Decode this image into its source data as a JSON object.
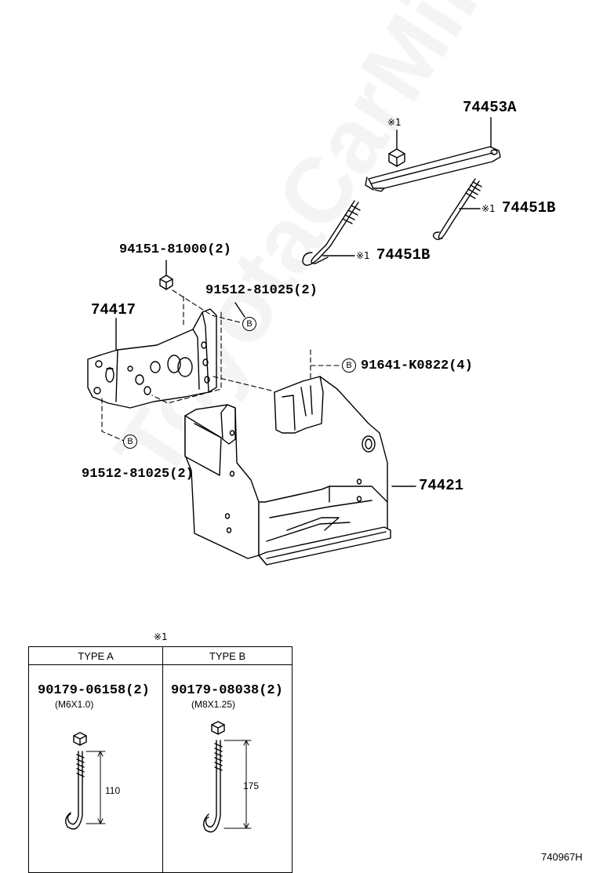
{
  "watermark": "ToyotaCarMine.ru",
  "figure_id": "740967H",
  "callouts": {
    "p74453a": "74453A",
    "star_top": "※1",
    "p74451b_right_mark": "※1",
    "p74451b_right": "74451B",
    "p74451b_left_mark": "※1",
    "p74451b_left": "74451B",
    "p94151": "94151-81000(2)",
    "p91512_top": "91512-81025(2)",
    "p74417": "74417",
    "p91641": "91641-K0822(4)",
    "p91512_bottom": "91512-81025(2)",
    "p74421": "74421",
    "ref_b": "B"
  },
  "table": {
    "note_mark": "※1",
    "type_a": {
      "header": "TYPE A",
      "part": "90179-06158(2)",
      "spec": "(M6X1.0)",
      "length": "110"
    },
    "type_b": {
      "header": "TYPE B",
      "part": "90179-08038(2)",
      "spec": "(M8X1.25)",
      "length": "175"
    }
  }
}
